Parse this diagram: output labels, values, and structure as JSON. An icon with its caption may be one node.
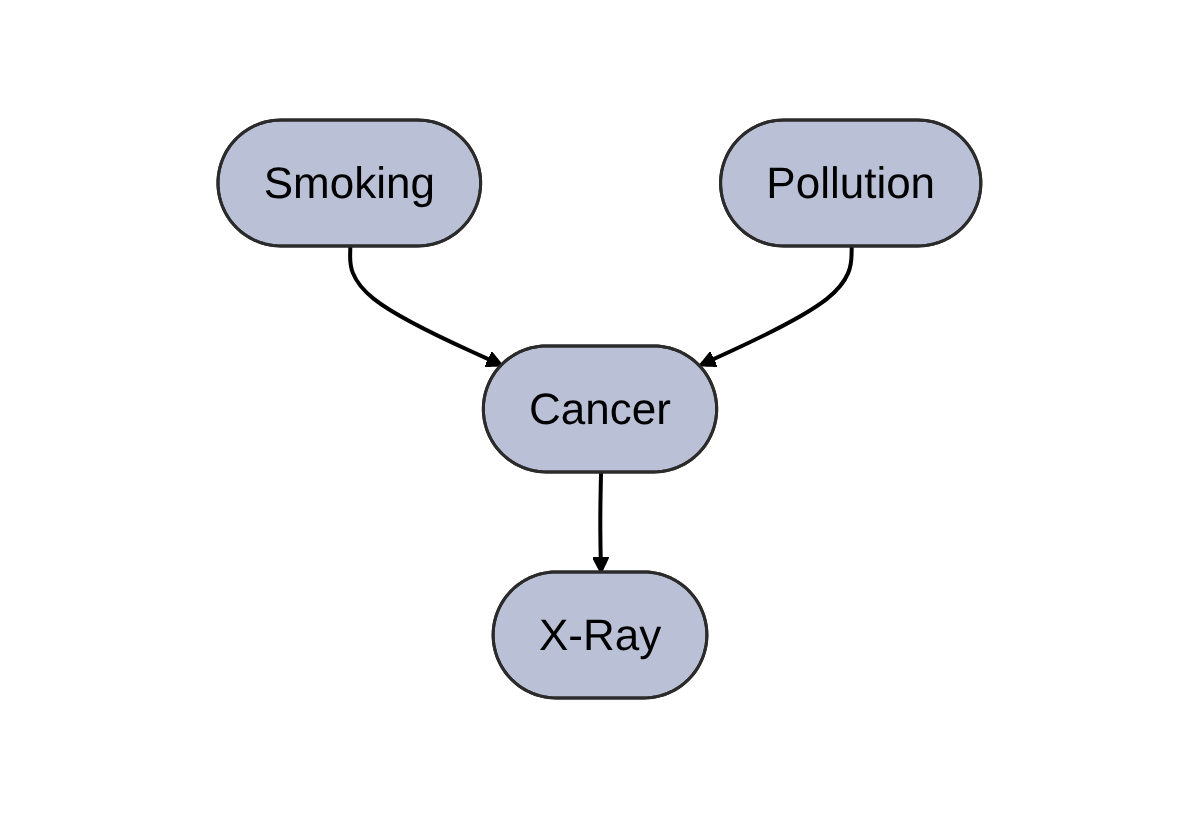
{
  "diagram": {
    "nodes": [
      {
        "text": [
          "Smoking"
        ]
      },
      {
        "text": [
          "Pollution"
        ]
      },
      {
        "text": [
          "Cancer"
        ]
      },
      {
        "text": [
          "X-Ray"
        ]
      }
    ],
    "edges": [
      {
        "from": 0,
        "to": 2,
        "arrow": "to"
      },
      {
        "from": 1,
        "to": 2,
        "arrow": "to"
      },
      {
        "from": 2,
        "to": 3,
        "arrow": "to"
      }
    ]
  }
}
